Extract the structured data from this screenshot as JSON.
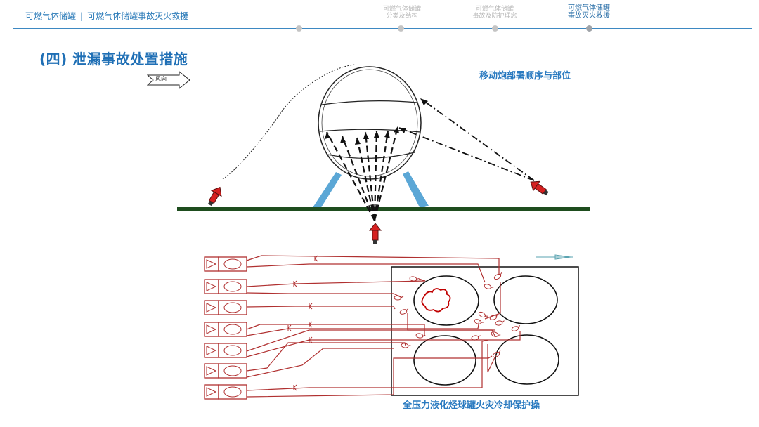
{
  "header": {
    "breadcrumb_part1": "可燃气体储罐",
    "breadcrumb_sep": "|",
    "breadcrumb_part2": "可燃气体储罐事故灭火救援",
    "steps": [
      {
        "label_line1": "可燃气体储罐",
        "label_line2": "分类及结构",
        "active": false
      },
      {
        "label_line1": "可燃气体储罐",
        "label_line2": "事故及防护理念",
        "active": false
      },
      {
        "label_line1": "可燃气体储罐",
        "label_line2": "事故灭火救援",
        "active": true
      }
    ]
  },
  "page": {
    "section_title": "(四) 泄漏事故处置措施"
  },
  "diagram": {
    "wind_label": "风向",
    "upper_caption": "移动炮部署顺序与部位",
    "lower_caption": "全压力液化烃球罐火灾冷却保护操"
  },
  "colors": {
    "brand_blue": "#1f6fb5",
    "line_blue": "#3d88c2",
    "ground_green": "#1e4d1e",
    "leg_blue": "#5ba7d6",
    "nozzle_red": "#d62020",
    "hose_red": "#b03030"
  },
  "icons": [
    "monitor-nozzle-icon",
    "wind-arrow-icon",
    "fire-icon",
    "nozzle-small-icon"
  ]
}
